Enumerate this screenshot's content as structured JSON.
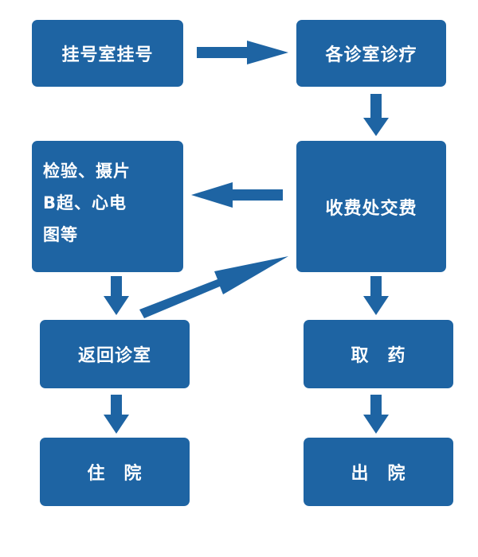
{
  "colors": {
    "box_fill": "#1e64a3",
    "arrow_fill": "#1e64a3",
    "text": "#ffffff"
  },
  "steps": {
    "register": "挂号室挂号",
    "consult": "各诊室诊疗",
    "tests": "检验、摄片\nB超、心电\n图等",
    "payment": "收费处交费",
    "return_clinic": "返回诊室",
    "pharmacy": "取　药",
    "hospitalize": "住　院",
    "discharge": "出　院"
  }
}
